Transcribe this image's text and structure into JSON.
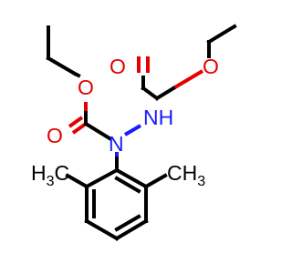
{
  "labels": {
    "ester_oxygen_left": "O",
    "carbonyl_oxygen_left": "O",
    "ester_oxygen_right": "O",
    "carbonyl_oxygen_right": "O",
    "nitrogen_substituted": "N",
    "nitrogen_nh": "NH",
    "methyl_left": "H",
    "methyl_left_sub": "3",
    "methyl_left_c": "C",
    "methyl_right": "CH",
    "methyl_right_sub": "3"
  },
  "colors": {
    "carbon": "#000000",
    "oxygen": "#e60000",
    "nitrogen": "#1a1aff"
  }
}
